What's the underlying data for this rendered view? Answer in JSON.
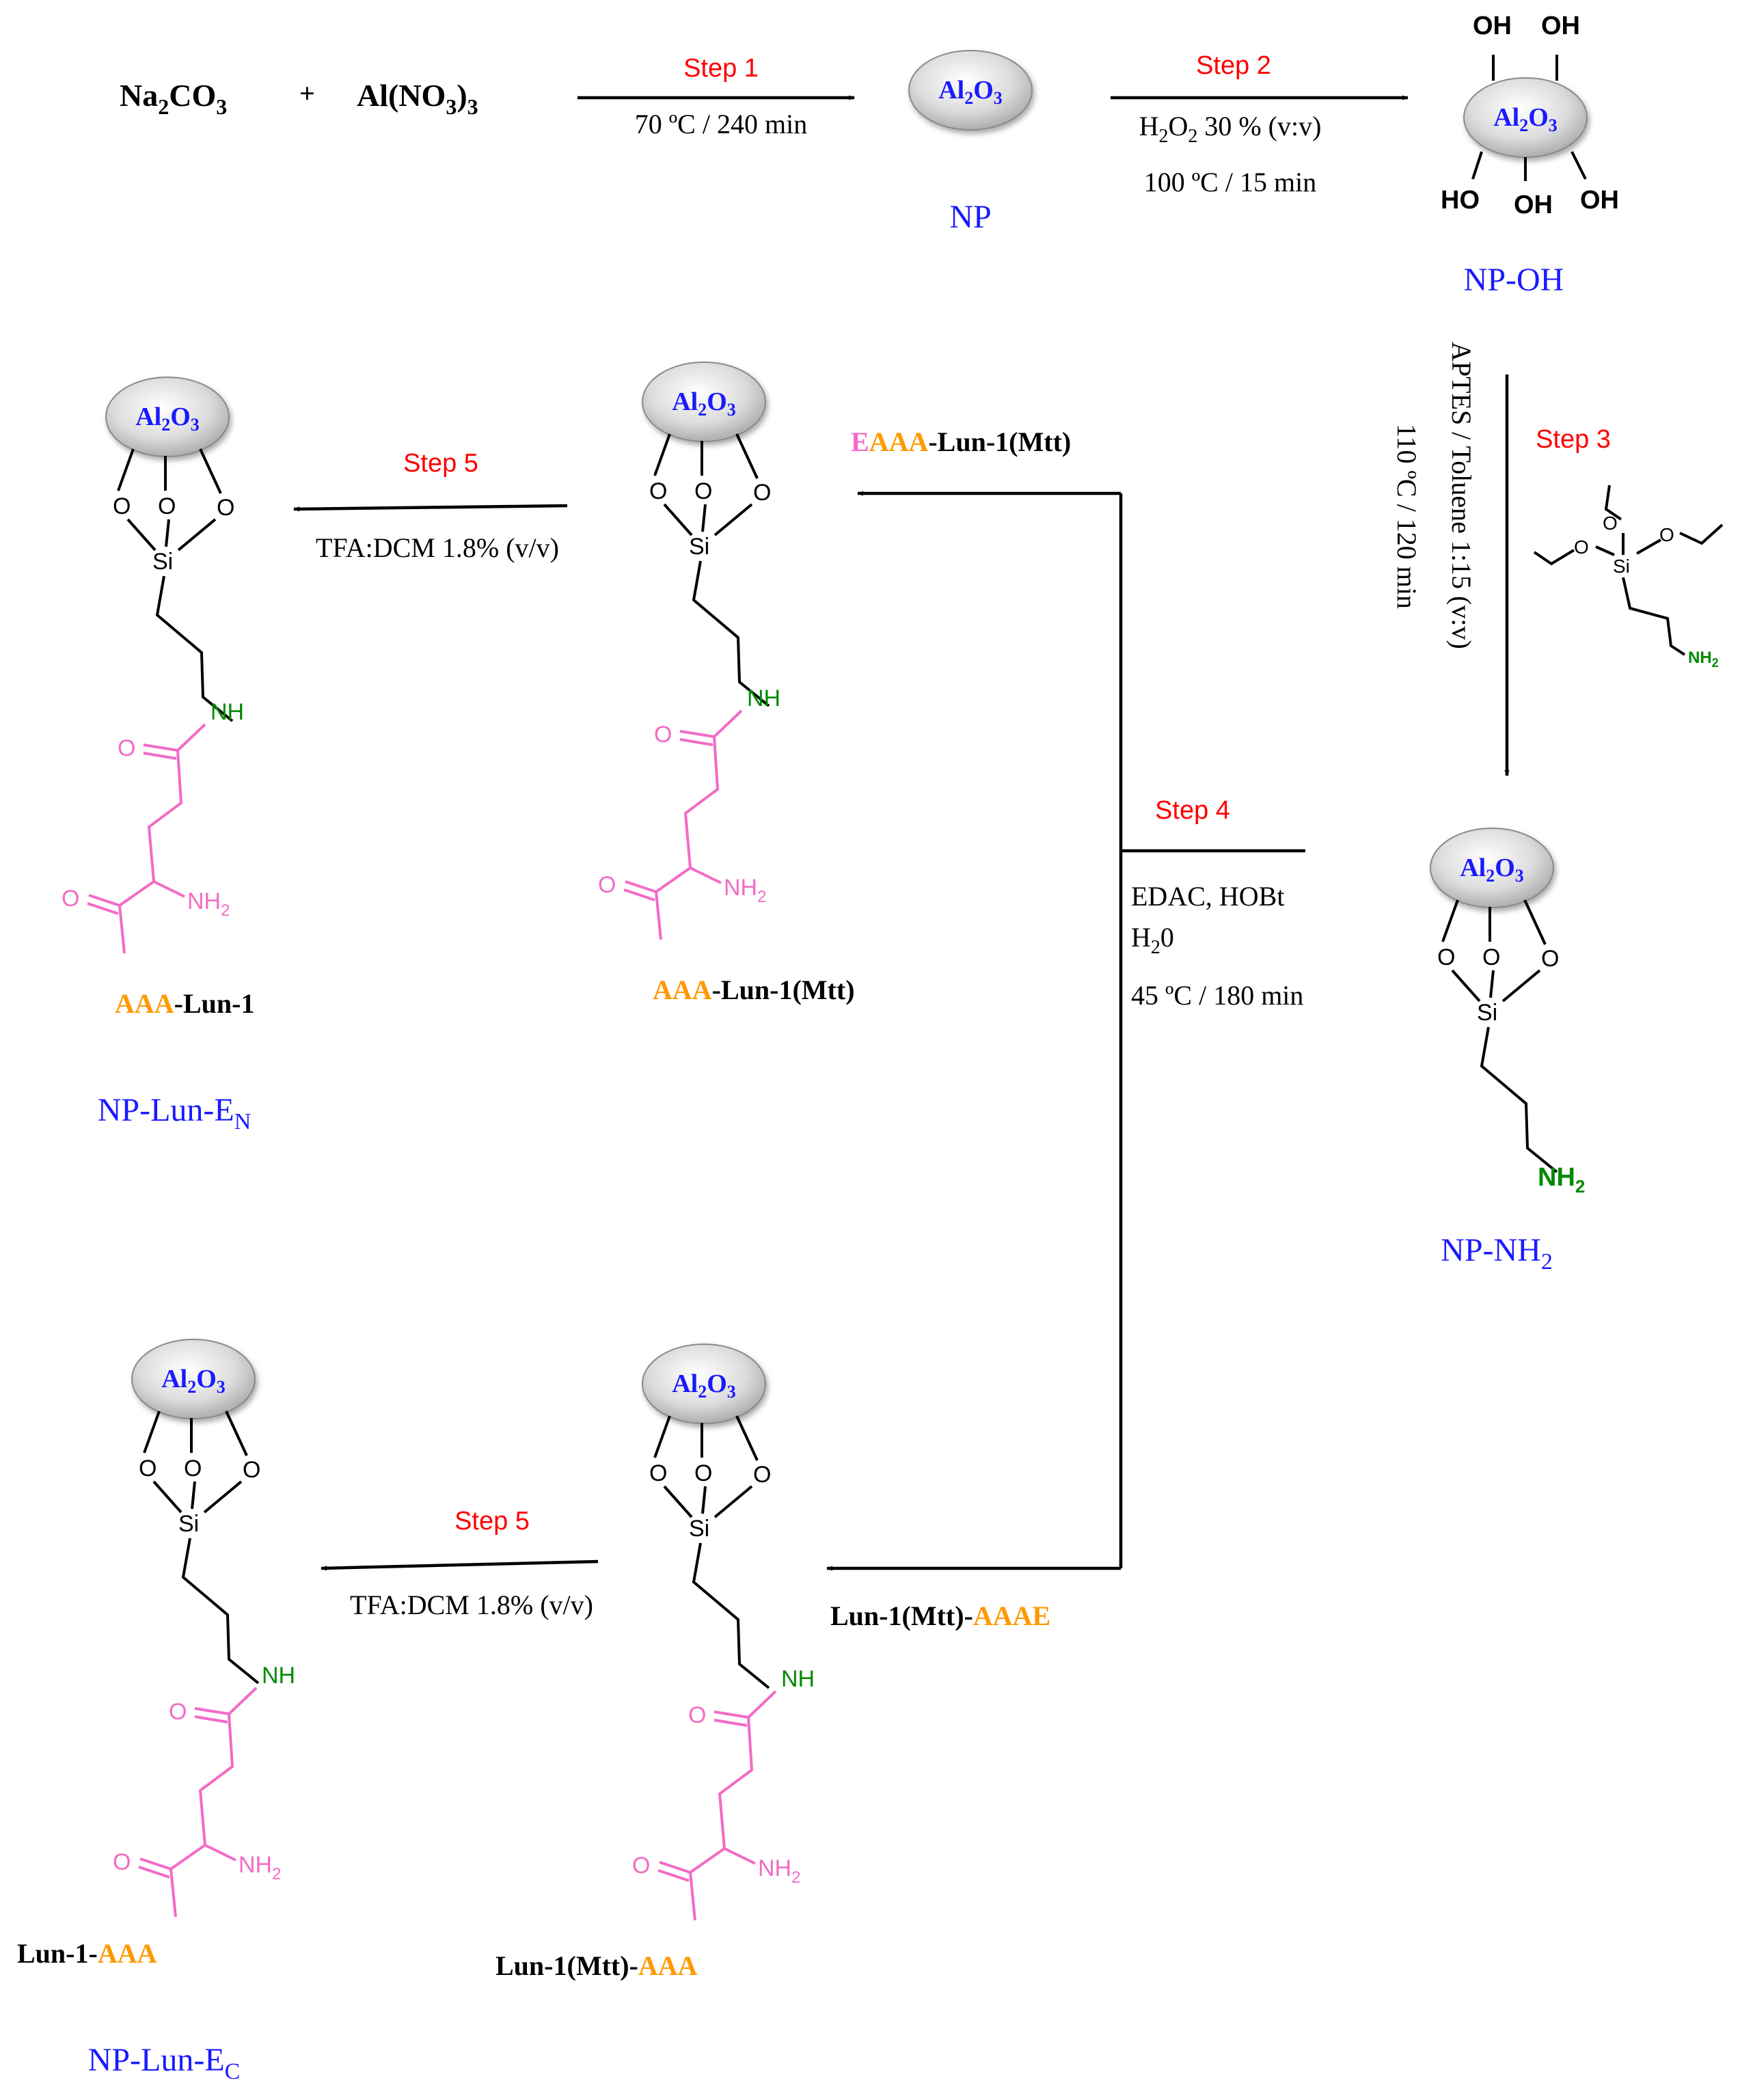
{
  "reagents": {
    "na": "Na",
    "na_sub": "2",
    "co": "CO",
    "co_sub": "3",
    "plus": "+",
    "al": "Al(NO",
    "al_sub": "3",
    "al_close": ")",
    "al_sub2": "3"
  },
  "core": {
    "al": "Al",
    "sub2": "2",
    "o": "O",
    "sub3": "3"
  },
  "atoms": {
    "o": "O",
    "si": "Si",
    "oh": "OH",
    "ho": "HO",
    "nh": "NH",
    "nh2": "NH",
    "two": "2"
  },
  "step1": {
    "label": "Step 1",
    "cond": "70 ºC / 240 min"
  },
  "step2": {
    "label": "Step 2",
    "cond1_a": "H",
    "cond1_sub1": "2",
    "cond1_b": "O",
    "cond1_sub2": "2",
    "cond1_c": " 30 % (v:v)",
    "cond2": "100 ºC / 15 min"
  },
  "step3": {
    "label": "Step 3",
    "cond1": "APTES / Toluene 1:15 (v:v)",
    "cond2": "110 ºC / 120 min"
  },
  "step4": {
    "label": "Step 4",
    "cond1": "EDAC, HOBt",
    "cond2_a": "H",
    "cond2_sub": "2",
    "cond2_b": "0",
    "cond3": "45 ºC / 180 min"
  },
  "step5_top": {
    "label": "Step 5",
    "cond": "TFA:DCM 1.8% (v/v)"
  },
  "step5_bottom": {
    "label": "Step 5",
    "cond": "TFA:DCM 1.8% (v/v)"
  },
  "products": {
    "np": "NP",
    "np_oh": "NP-OH",
    "np_nh2": "NP-NH",
    "np_nh2_sub": "2",
    "np_lun_en": "NP-Lun-E",
    "np_lun_en_sub": "N",
    "np_lun_ec": "NP-Lun-E",
    "np_lun_ec_sub": "C"
  },
  "peptide_labels": {
    "top_reagent_e": "E",
    "top_reagent_aaa": "AAA",
    "top_reagent_rest": "-Lun-1(Mtt)",
    "top_mid_aaa": "AAA",
    "top_mid_rest": "-Lun-1(Mtt)",
    "top_left_aaa": "AAA",
    "top_left_rest": "-Lun-1",
    "bottom_reagent_rest": "Lun-1(Mtt)-",
    "bottom_reagent_aaa": "AAA",
    "bottom_reagent_e": "E",
    "bottom_mid_rest": "Lun-1(Mtt)-",
    "bottom_mid_aaa": "AAA",
    "bottom_left_rest": "Lun-1-",
    "bottom_left_aaa": "AAA"
  },
  "colors": {
    "red": "#ff0000",
    "blue": "#1a1aff",
    "green": "#008a00",
    "pink": "#f36bc6",
    "orange": "#ff9900"
  }
}
